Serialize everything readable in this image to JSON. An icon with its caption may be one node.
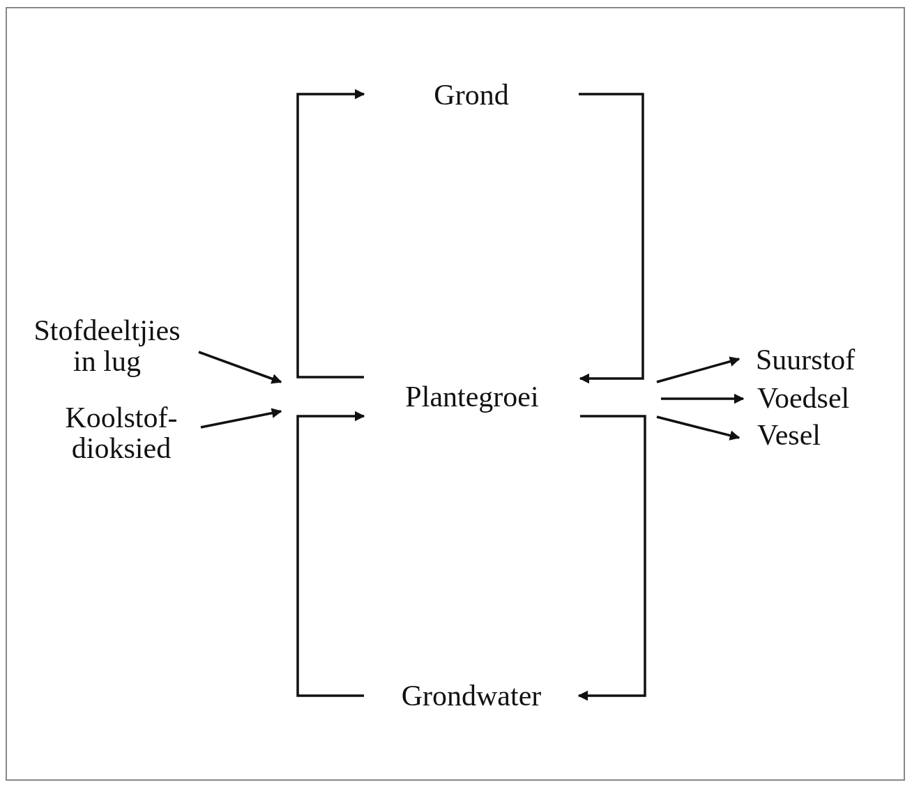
{
  "diagram": {
    "nodes": [
      {
        "text": [
          "Grond"
        ]
      },
      {
        "text": [
          "Plantegroei"
        ]
      },
      {
        "text": [
          "Grondwater"
        ]
      },
      {
        "text": [
          "Stofdeeltjies in lug"
        ]
      },
      {
        "text": [
          "Koolstof- dioksied"
        ]
      },
      {
        "text": [
          "Suurstof"
        ]
      },
      {
        "text": [
          "Voedsel"
        ]
      },
      {
        "text": [
          "Vesel"
        ]
      }
    ],
    "edges": [
      {
        "from": 1,
        "to": 0,
        "arrow": "to"
      },
      {
        "from": 0,
        "to": 1,
        "arrow": "to"
      },
      {
        "from": 2,
        "to": 1,
        "arrow": "to"
      },
      {
        "from": 1,
        "to": 2,
        "arrow": "to"
      },
      {
        "from": 3,
        "to": null,
        "arrow": "to"
      },
      {
        "from": 4,
        "to": null,
        "arrow": "to"
      },
      {
        "from": null,
        "to": 5,
        "arrow": "to"
      },
      {
        "from": null,
        "to": 6,
        "arrow": "to"
      },
      {
        "from": null,
        "to": 7,
        "arrow": "to"
      }
    ]
  }
}
